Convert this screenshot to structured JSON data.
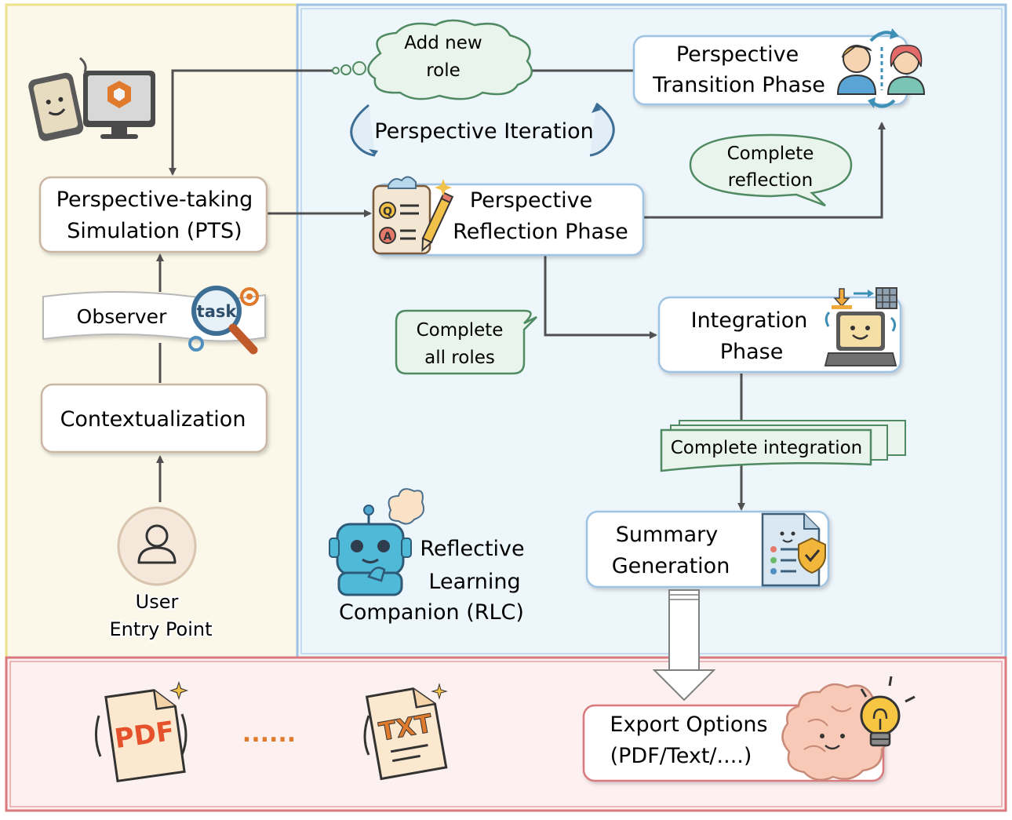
{
  "nodes": {
    "pts": {
      "line1": "Perspective-taking",
      "line2": "Simulation (PTS)"
    },
    "observer": {
      "label": "Observer",
      "badge": "task"
    },
    "contextualization": {
      "label": "Contextualization"
    },
    "user": {
      "line1": "User",
      "line2": "Entry Point"
    },
    "transition": {
      "line1": "Perspective",
      "line2": "Transition Phase"
    },
    "reflection": {
      "line1": "Perspective",
      "line2": "Reflection Phase"
    },
    "iteration": {
      "label": "Perspective Iteration"
    },
    "integration": {
      "line1": "Integration",
      "line2": "Phase"
    },
    "summary": {
      "line1": "Summary",
      "line2": "Generation"
    },
    "rlc": {
      "line1": "Reflective",
      "line2": "Learning",
      "line3": "Companion (RLC)"
    },
    "export": {
      "line1": "Export Options",
      "line2": "(PDF/Text/....)"
    }
  },
  "callouts": {
    "add_role": {
      "line1": "Add new",
      "line2": "role"
    },
    "complete_reflection": {
      "line1": "Complete",
      "line2": "reflection"
    },
    "complete_roles": {
      "line1": "Complete",
      "line2": "all roles"
    },
    "complete_integration": {
      "label": "Complete integration"
    }
  },
  "exports": {
    "pdf_label": "PDF",
    "ellipsis": "......",
    "txt_label": "TXT"
  },
  "colors": {
    "left_panel": "#fbf8e9",
    "left_border": "#ece28c",
    "right_panel": "#edf6fb",
    "right_border": "#9fc3e2",
    "bottom_panel": "#fdf0f1",
    "bottom_border": "#d9797d",
    "callout_fill": "#e9f5ec",
    "callout_stroke": "#4f8a62",
    "arrow": "#505050",
    "accent_orange": "#e07a2c"
  }
}
